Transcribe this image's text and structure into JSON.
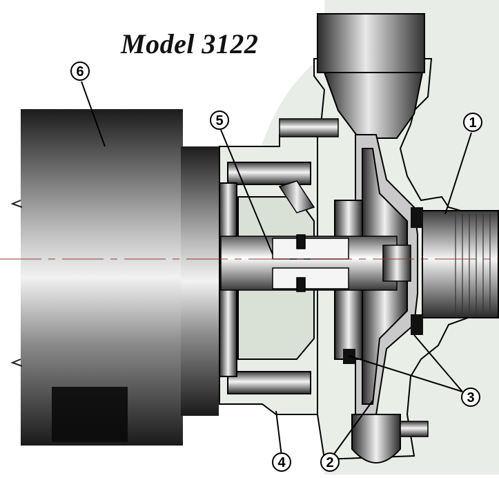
{
  "title": "Model 3122",
  "callouts": [
    {
      "id": "1",
      "label": "1"
    },
    {
      "id": "2",
      "label": "2"
    },
    {
      "id": "3",
      "label": "3"
    },
    {
      "id": "4",
      "label": "4"
    },
    {
      "id": "5",
      "label": "5"
    },
    {
      "id": "6",
      "label": "6"
    }
  ]
}
